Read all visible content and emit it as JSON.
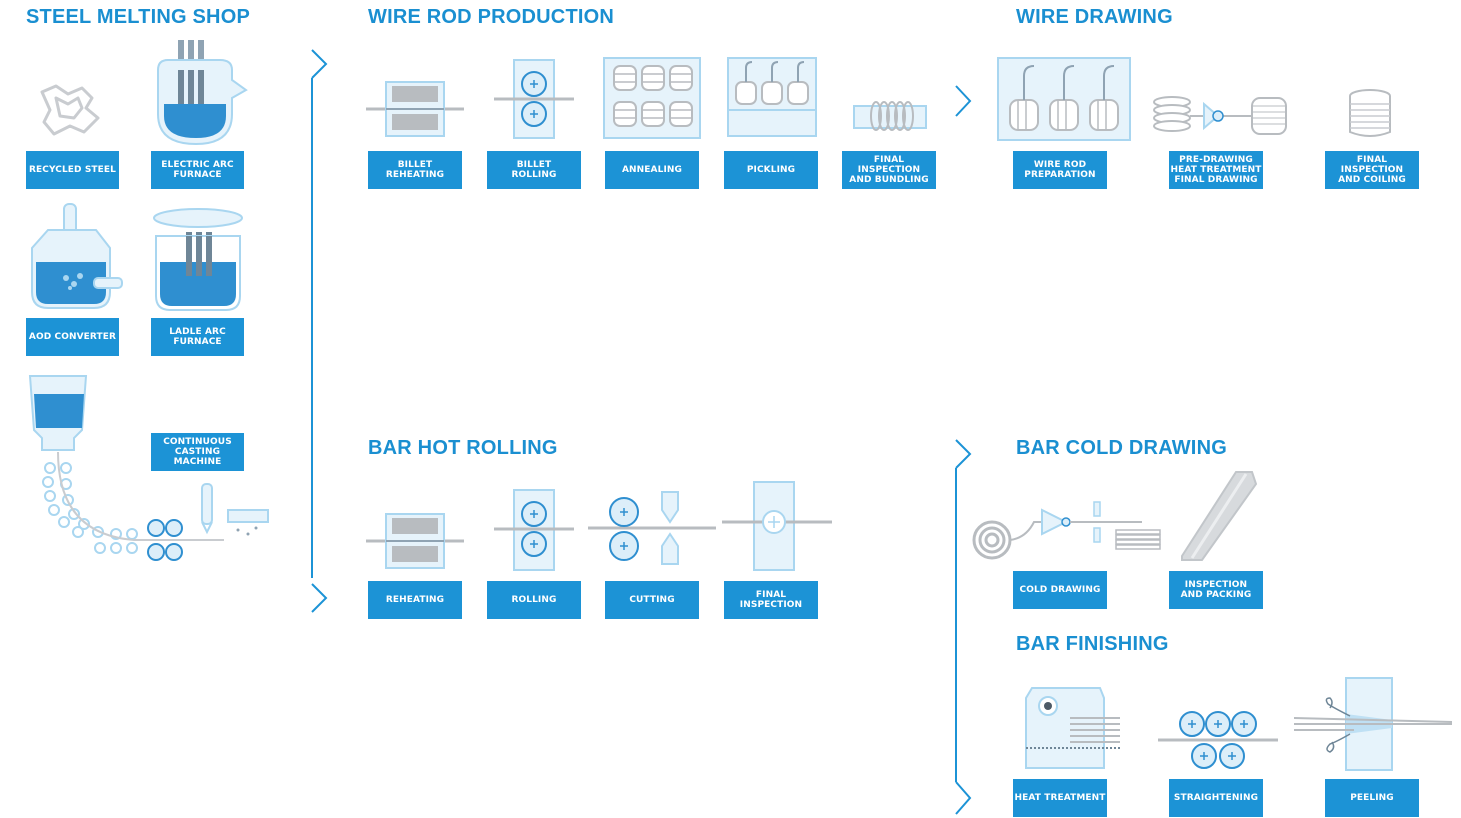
{
  "sections": {
    "steel_melting": "STEEL MELTING SHOP",
    "wire_rod": "WIRE ROD PRODUCTION",
    "wire_drawing": "WIRE DRAWING",
    "bar_hot_rolling": "BAR HOT ROLLING",
    "bar_cold_drawing": "BAR COLD DRAWING",
    "bar_finishing": "BAR FINISHING"
  },
  "steps": {
    "recycled_steel": "RECYCLED STEEL",
    "electric_arc_furnace": "ELECTRIC ARC\nFURNACE",
    "aod_converter": "AOD CONVERTER",
    "ladle_arc_furnace": "LADLE ARC\nFURNACE",
    "continuous_casting": "CONTINUOUS\nCASTING MACHINE",
    "billet_reheating": "BILLET\nREHEATING",
    "billet_rolling": "BILLET\nROLLING",
    "annealing": "ANNEALING",
    "pickling": "PICKLING",
    "final_inspection_bundling": "FINAL INSPECTION\nAND BUNDLING",
    "wire_rod_preparation": "WIRE ROD\nPREPARATION",
    "pre_drawing": "PRE-DRAWING\nHEAT TREATMENT\nFINAL DRAWING",
    "final_inspection_coiling": "FINAL INSPECTION\nAND COILING",
    "reheating": "REHEATING",
    "rolling": "ROLLING",
    "cutting": "CUTTING",
    "final_inspection": "FINAL\nINSPECTION",
    "cold_drawing": "COLD DRAWING",
    "inspection_packing": "INSPECTION\nAND PACKING",
    "heat_treatment": "HEAT TREATMENT",
    "straightening": "STRAIGHTENING",
    "peeling": "PEELING"
  },
  "colors": {
    "accent": "#1c93d6",
    "title": "#1a8fd1",
    "icon_line": "#a9d6f0",
    "icon_fill": "#dcEEf9",
    "liquid": "#2f8fd0",
    "grey": "#b8bcc0"
  }
}
